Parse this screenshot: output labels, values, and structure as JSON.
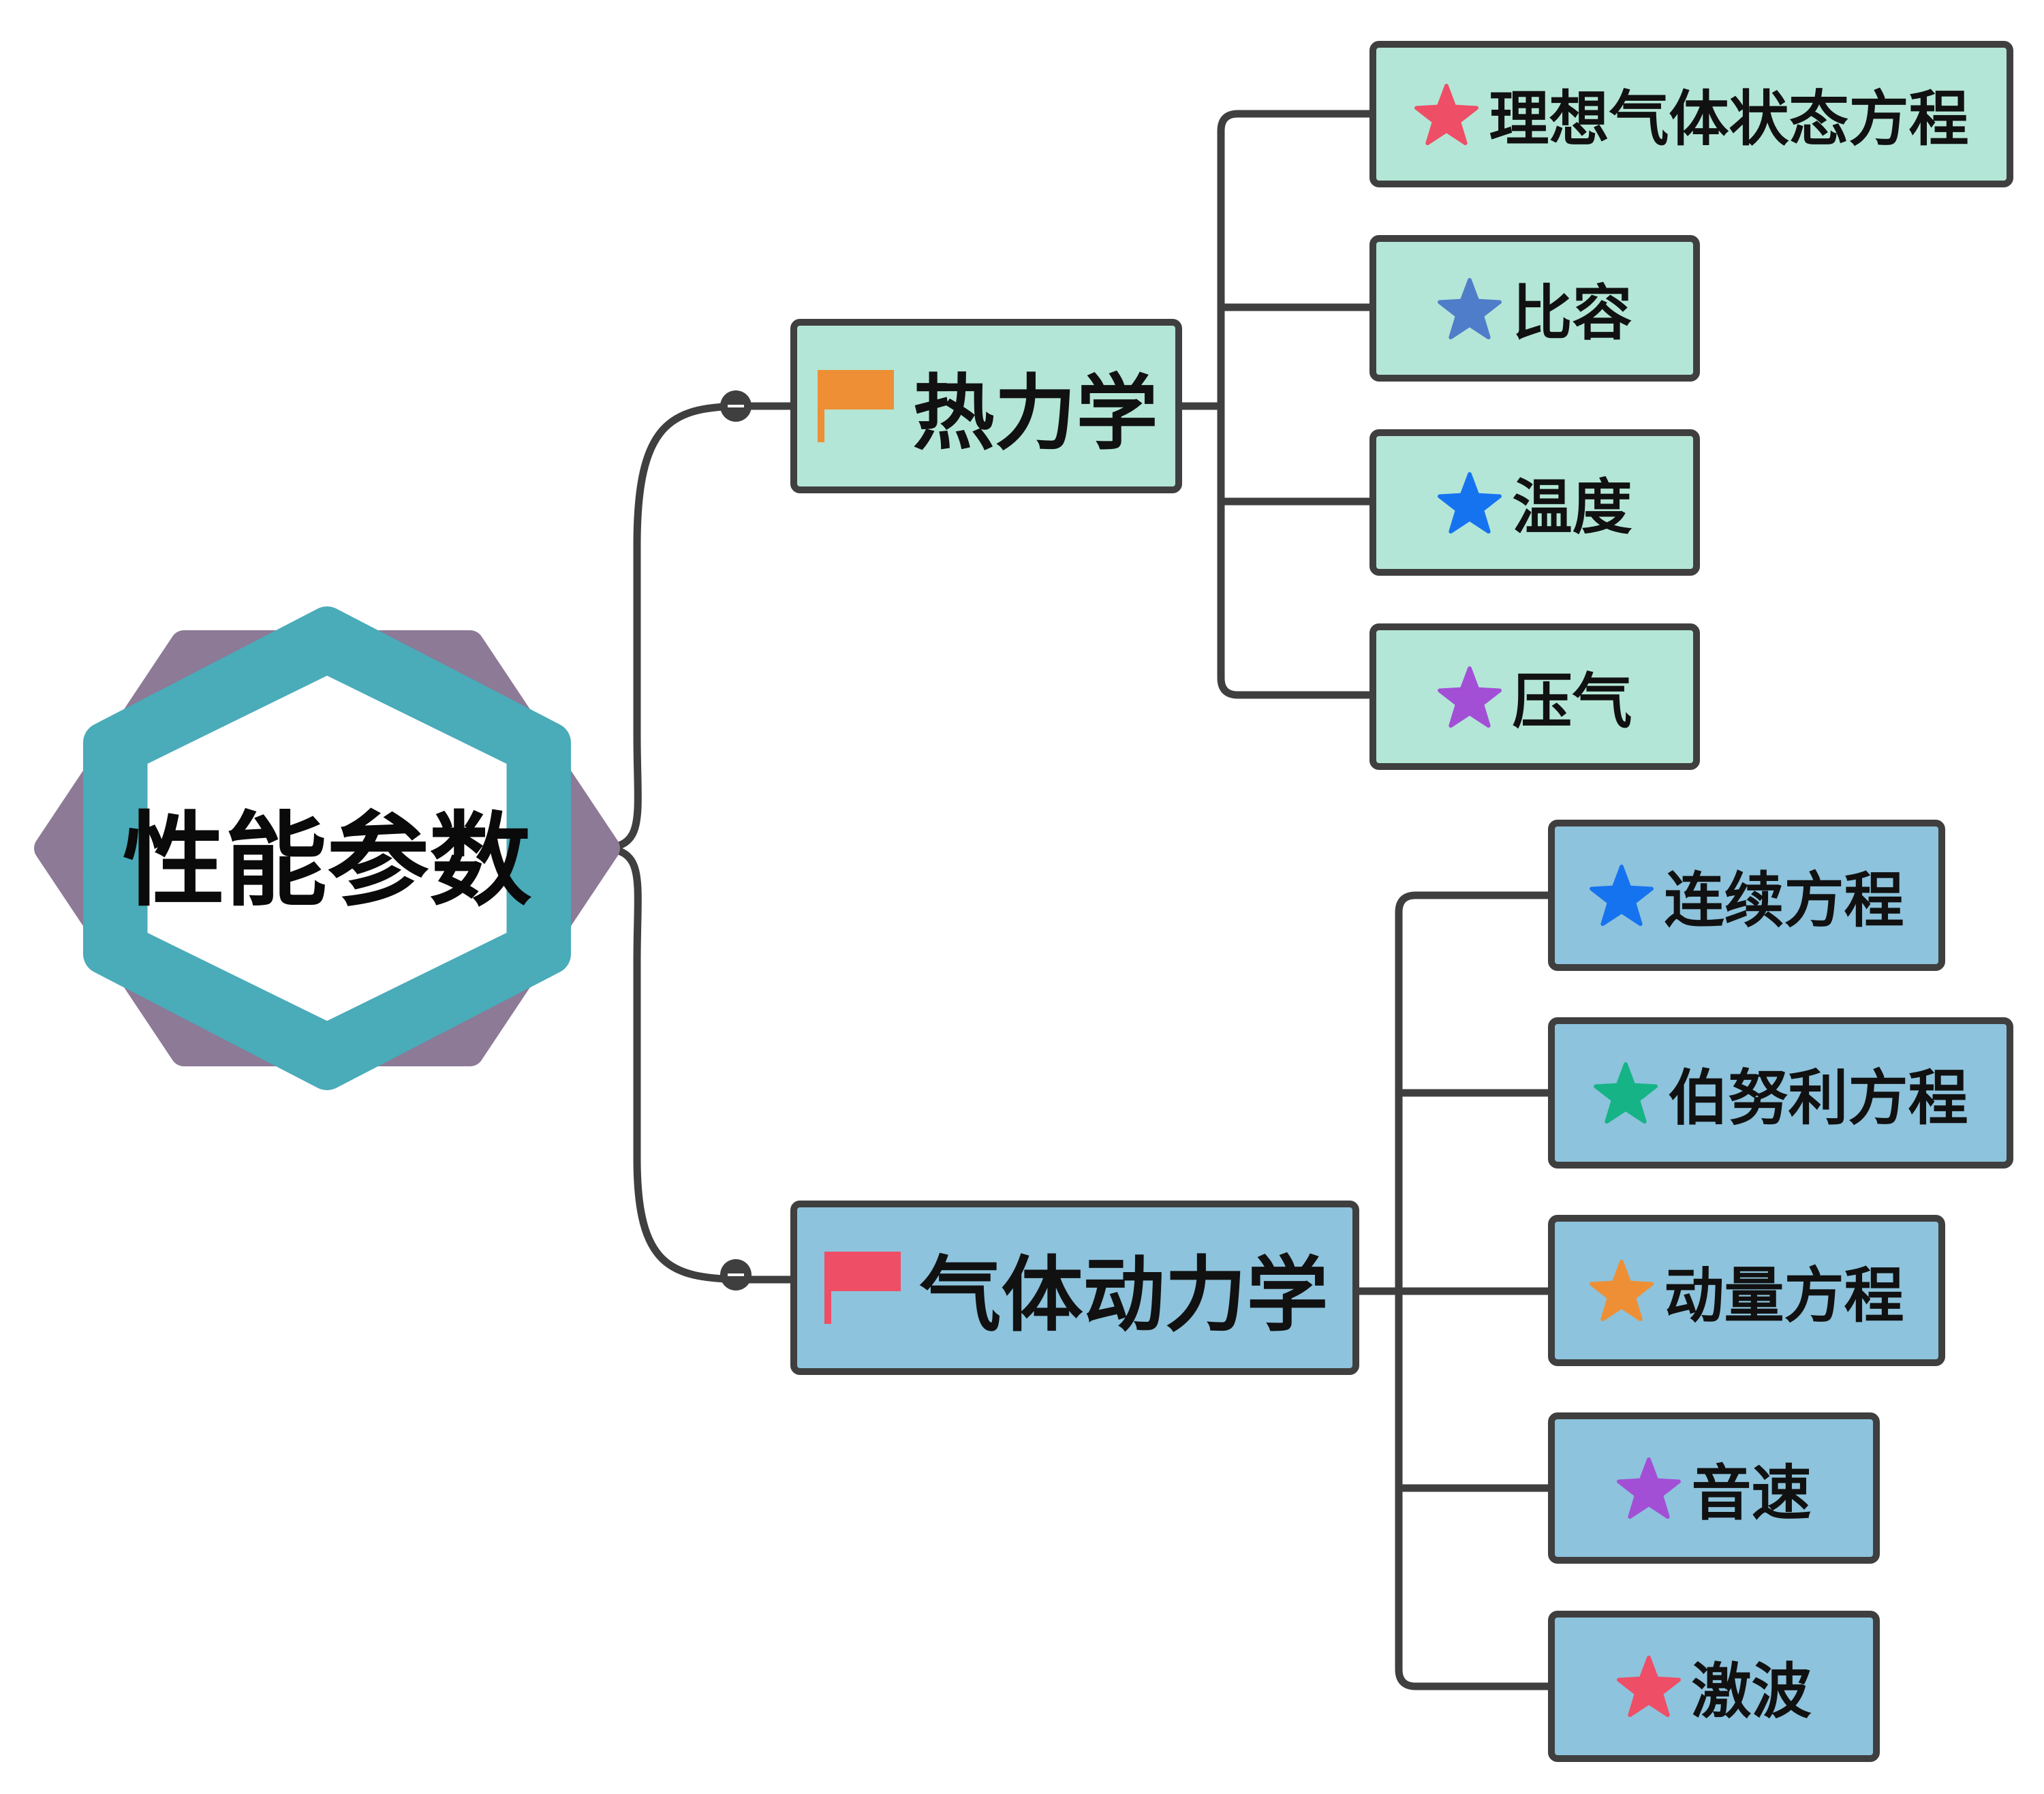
{
  "root": {
    "label": "性能参数"
  },
  "branches": [
    {
      "label": "热力学",
      "marker": "flag-icon",
      "marker_color": "#ee8f35",
      "fill": "#b3e6d6",
      "items": [
        {
          "label": "理想气体状态方程",
          "marker": "star-icon",
          "color": "#ee4e66"
        },
        {
          "label": "比容",
          "marker": "star-icon",
          "color": "#4f7dc9"
        },
        {
          "label": "温度",
          "marker": "star-icon",
          "color": "#1673f0"
        },
        {
          "label": "压气",
          "marker": "star-icon",
          "color": "#a24fd6"
        }
      ]
    },
    {
      "label": "气体动力学",
      "marker": "flag-icon",
      "marker_color": "#ee4e66",
      "fill": "#8dc3dc",
      "items": [
        {
          "label": "连续方程",
          "marker": "star-icon",
          "color": "#1673f0"
        },
        {
          "label": "伯努利方程",
          "marker": "star-icon",
          "color": "#16b386"
        },
        {
          "label": "动量方程",
          "marker": "star-icon",
          "color": "#ee8f35"
        },
        {
          "label": "音速",
          "marker": "star-icon",
          "color": "#a24fd6"
        },
        {
          "label": "激波",
          "marker": "star-icon",
          "color": "#ee4e66"
        }
      ]
    }
  ],
  "colors": {
    "line": "#3f3f3f",
    "root_ring": "#4aabb9",
    "root_shadow": "#8c7a96",
    "topic_fill_1": "#b3e6d6",
    "topic_fill_2": "#8dc3dc"
  }
}
